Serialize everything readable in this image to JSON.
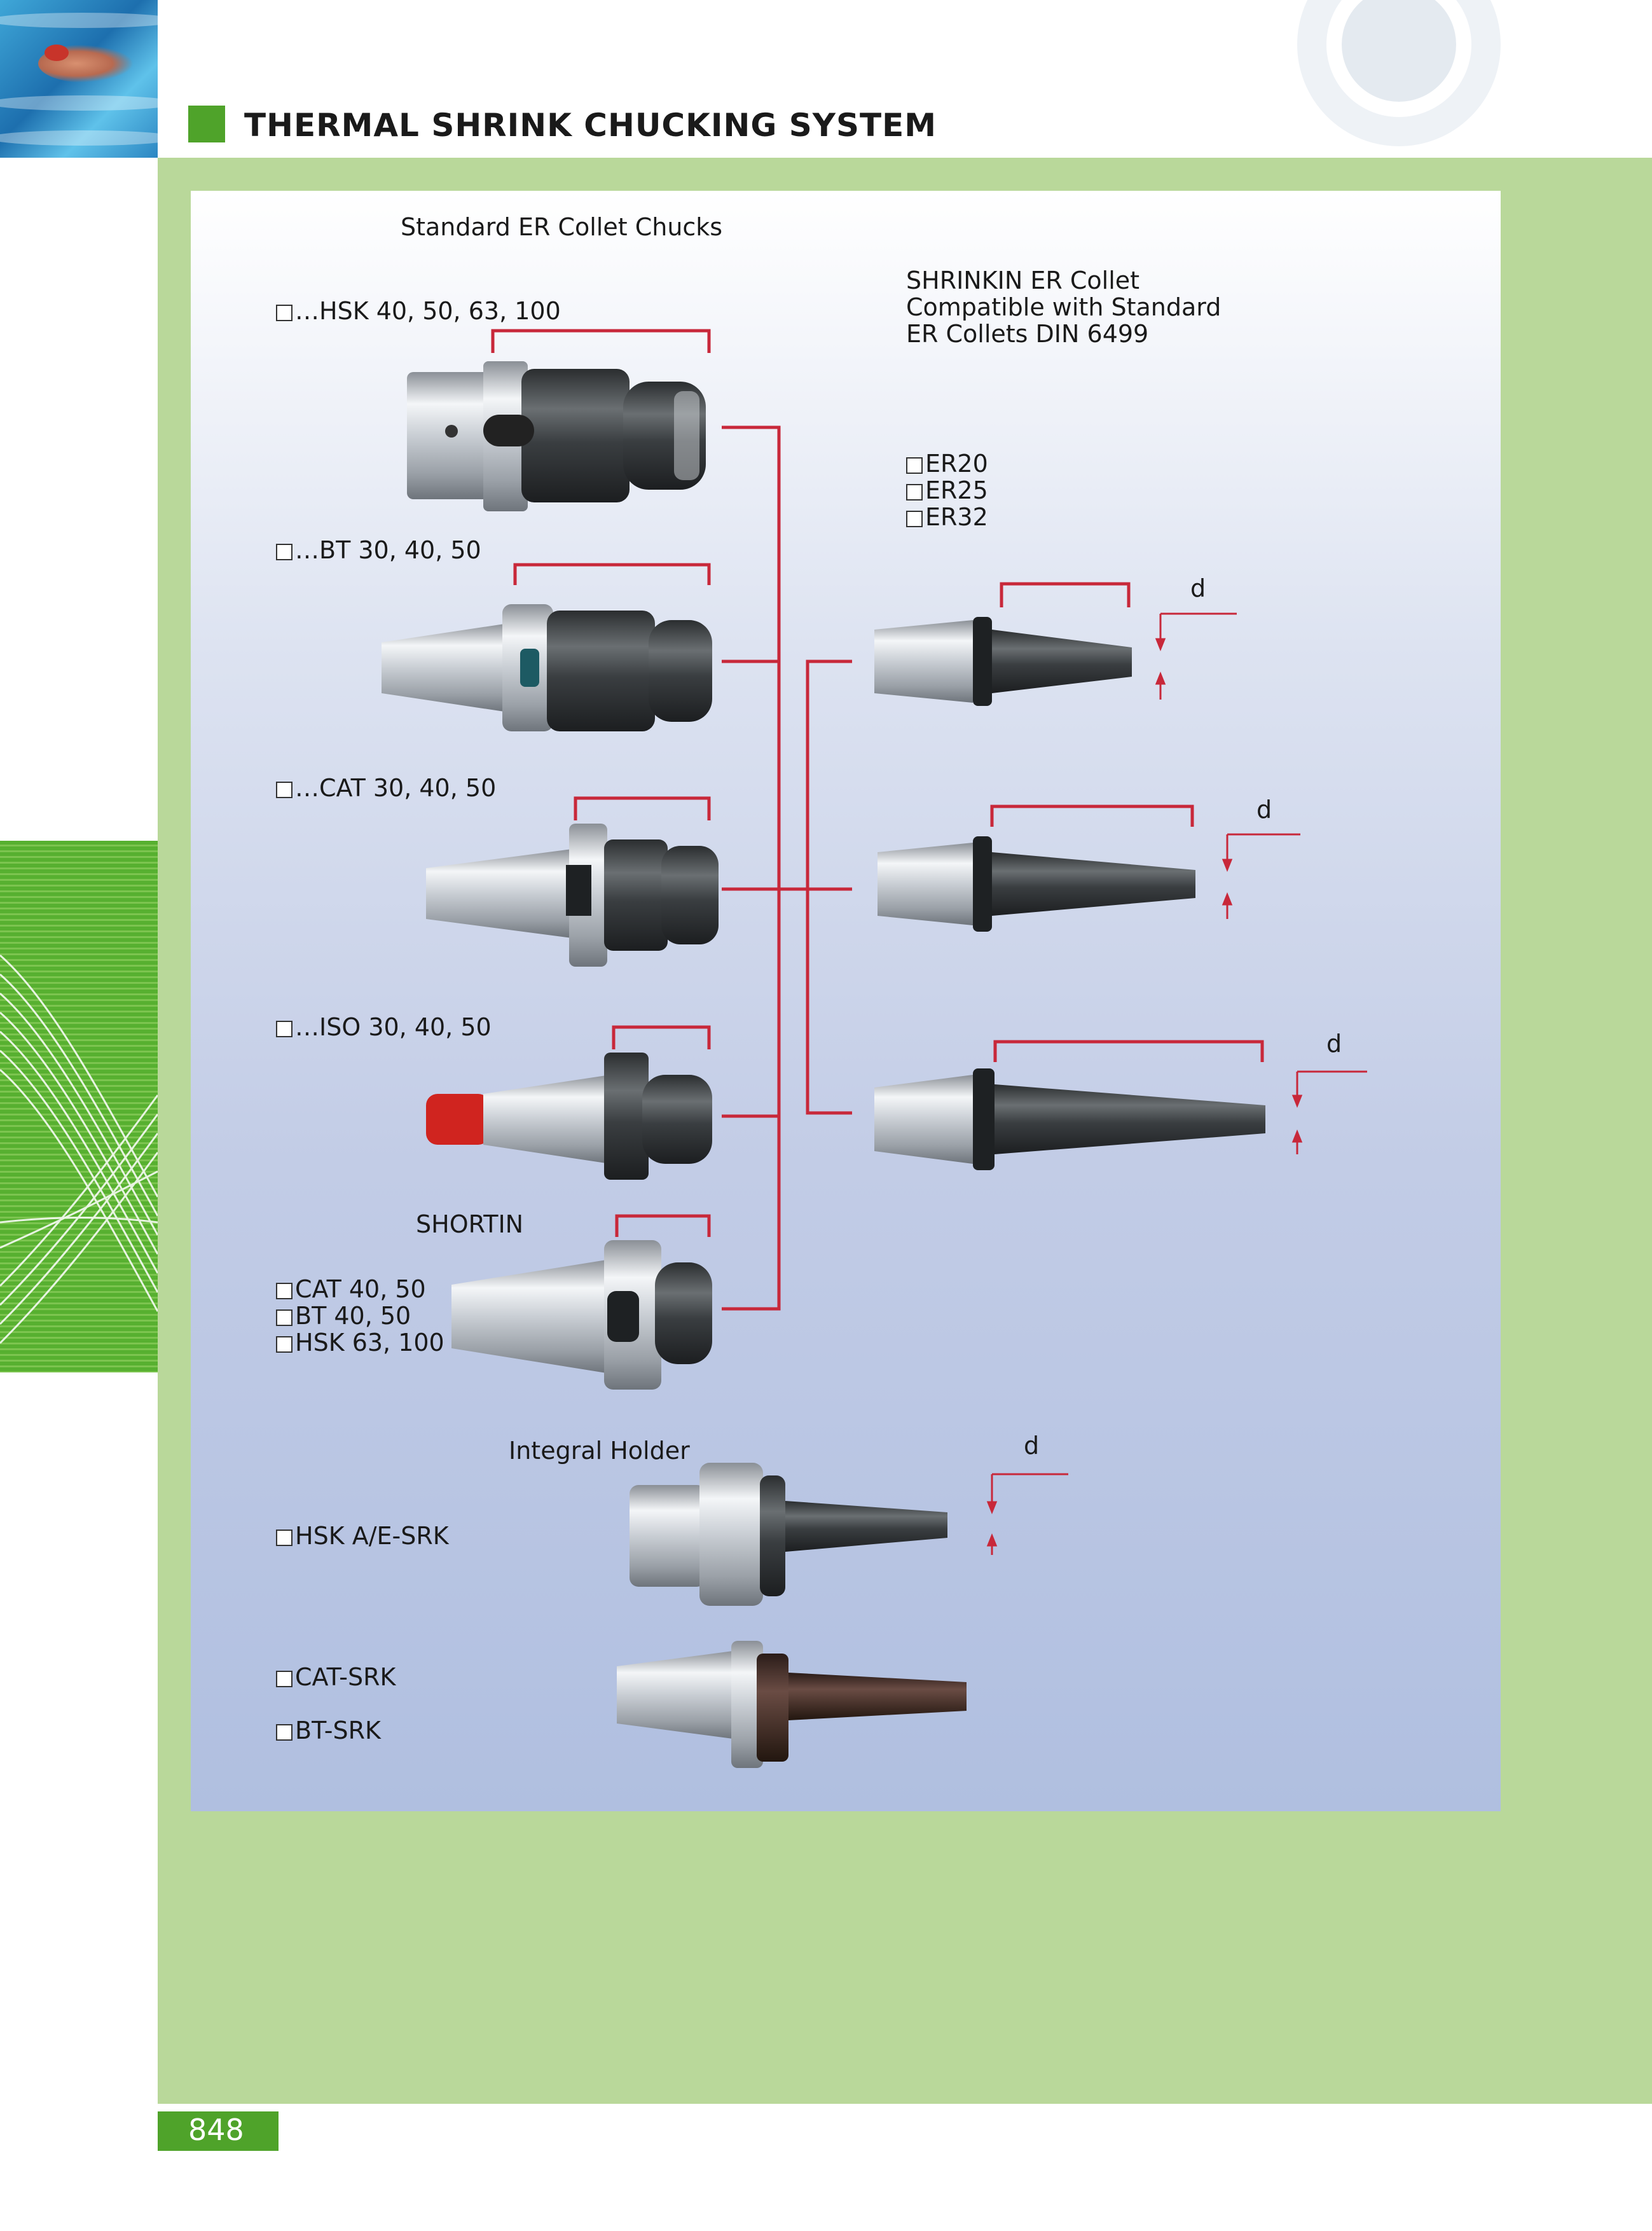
{
  "header": {
    "title": "THERMAL SHRINK CHUCKING SYSTEM"
  },
  "standard": {
    "heading": "Standard ER Collet Chucks",
    "items": [
      "…HSK 40, 50, 63, 100",
      "…BT 30, 40, 50",
      "…CAT 30, 40, 50",
      "…ISO 30, 40, 50"
    ]
  },
  "shrinkin": {
    "lines": [
      "SHRINKIN ER Collet",
      "Compatible with Standard",
      "ER Collets DIN 6499"
    ],
    "sizes": [
      "ER20",
      "ER25",
      "ER32"
    ]
  },
  "shortin": {
    "label": "SHORTIN",
    "items": [
      "CAT 40, 50",
      "BT 40, 50",
      "HSK 63, 100"
    ]
  },
  "integral": {
    "heading": "Integral Holder",
    "items": [
      "HSK A/E-SRK",
      "CAT-SRK",
      "BT-SRK"
    ]
  },
  "dimension_label": "d",
  "colors": {
    "accent_green": "#4fa32a",
    "page_green": "#b9d89a",
    "bracket_red": "#c8283a"
  },
  "footer": {
    "page_number": "848"
  }
}
